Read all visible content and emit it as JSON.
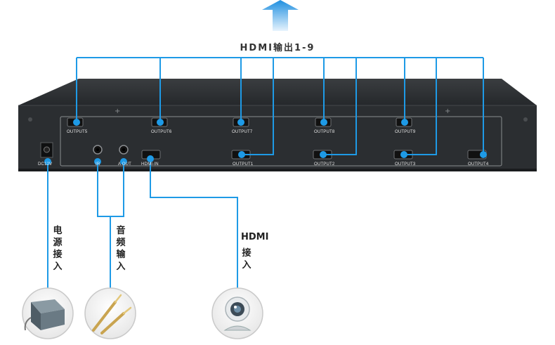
{
  "title": "HDMI输出1-9",
  "ports_top": [
    "OUTPUT5",
    "OUTPUT6",
    "OUTPUT7",
    "OUTPUT8",
    "OUTPUT9"
  ],
  "ports_bottom": [
    "OUTPUT1",
    "OUTPUT2",
    "OUTPUT3",
    "OUTPUT4"
  ],
  "panel_labels": {
    "power": "DC12V",
    "ir": "IR",
    "aout": "A OUT",
    "hdmi_in": "HDMI-IN"
  },
  "callouts": {
    "power": "电源接入",
    "audio": "音频输入",
    "hdmi_title": "HDMI",
    "hdmi_sub": "接入"
  },
  "colors": {
    "accent": "#1e9ae6",
    "device": "#2b2e31",
    "arrow": "#7cc4f2"
  },
  "icons": [
    "up-arrow-icon",
    "power-adapter-icon",
    "audio-cable-icon",
    "hdmi-camera-icon"
  ]
}
